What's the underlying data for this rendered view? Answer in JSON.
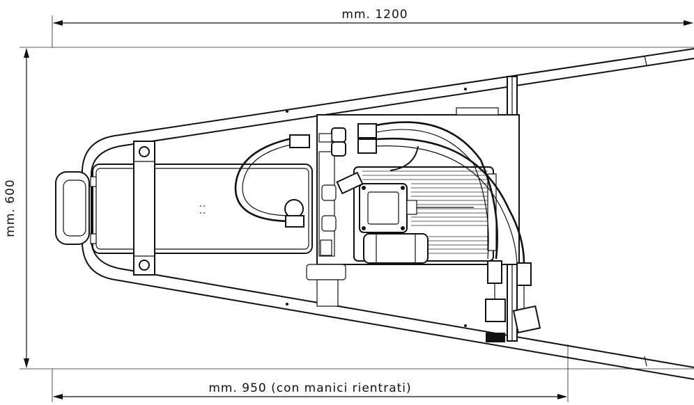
{
  "dimensions": {
    "top_width": "mm. 1200",
    "left_height": "mm. 600",
    "bottom_width": "mm. 950 (con manici rientrati)"
  }
}
